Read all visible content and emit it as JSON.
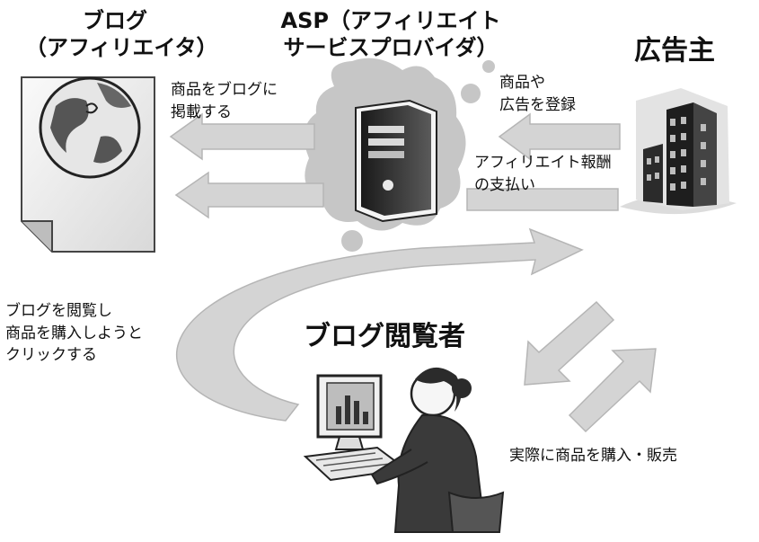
{
  "nodes": {
    "blog_title_line1": "ブログ",
    "blog_title_line2": "（アフィリエイタ）",
    "asp_title_line1": "ASP（アフィリエイト",
    "asp_title_line2": "サービスプロバイダ）",
    "advertiser_title": "広告主",
    "reader_title": "ブログ閲覧者"
  },
  "flows": {
    "post_product_line1": "商品をブログに",
    "post_product_line2": "掲載する",
    "register_ad_line1": "商品や",
    "register_ad_line2": "広告を登録",
    "reward_line1": "アフィリエイト報酬",
    "reward_line2": "の支払い",
    "browse_line1": "ブログを閲覧し",
    "browse_line2": "商品を購入しようと",
    "browse_line3": "クリックする",
    "purchase_sale": "実際に商品を購入・販売"
  },
  "colors": {
    "arrow_fill": "#d4d4d4",
    "arrow_stroke": "#b5b5b5",
    "blob": "#c6c6c6",
    "dark": "#2a2a2a"
  }
}
